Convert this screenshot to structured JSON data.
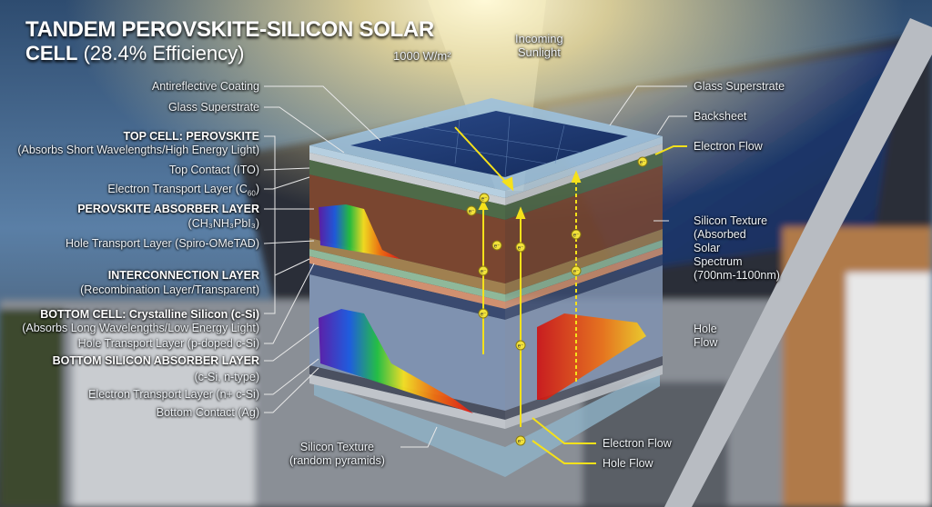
{
  "title": {
    "line1": "TANDEM PEROVSKITE-SILICON SOLAR",
    "line2_bold": "CELL",
    "line2_rest": " (28.4% Efficiency)"
  },
  "sun": {
    "irradiance": "1000 W/m²",
    "incoming_line1": "Incoming",
    "incoming_line2": "Sunlight"
  },
  "left_labels": {
    "antireflective": "Antireflective Coating",
    "glass": "Glass Superstrate",
    "top_cell": "TOP CELL: PEROVSKITE",
    "top_cell_sub": "(Absorbs Short Wavelengths/High Energy Light)",
    "top_contact": "Top Contact (ITO)",
    "etl_top_prefix": "Electron Transport Layer (C",
    "etl_top_sub": "60",
    "etl_top_suffix": ")",
    "perovskite": "PEROVSKITE ABSORBER LAYER",
    "perovskite_formula": "(CH₃NH₃PbI₃)",
    "htl_top": "Hole Transport Layer (Spiro-OMeTAD)",
    "interconnection": "INTERCONNECTION LAYER",
    "interconnection_sub": "(Recombination Layer/Transparent)",
    "bottom_cell": "BOTTOM CELL: Crystalline Silicon (c-Si)",
    "bottom_cell_sub": "(Absorbs Long Wavelengths/Low Energy Light)",
    "htl_bottom": "Hole Transport Layer (p-doped c-Si)",
    "bottom_absorber": "BOTTOM SILICON ABSORBER LAYER",
    "bottom_absorber_sub": "(c-Si, n-type)",
    "etl_bottom": "Electron Transport Layer (n+ c-Si)",
    "bottom_contact": "Bottom Contact (Ag)"
  },
  "right_labels": {
    "glass": "Glass Superstrate",
    "backsheet": "Backsheet",
    "electron_flow_top": "Electron Flow",
    "silicon_texture": [
      "Silicon Texture",
      "(Absorbed",
      "Solar",
      "Spectrum",
      "(700nm-1100nm)"
    ],
    "hole_flow_right": [
      "Hole",
      "Flow"
    ],
    "electron_flow_bottom": "Electron Flow",
    "hole_flow_bottom": "Hole Flow"
  },
  "bottom_labels": {
    "silicon_texture": "Silicon Texture",
    "silicon_texture_sub": "(random pyramids)"
  },
  "charge_symbol": "e⁻",
  "colors": {
    "arrow": "#f5e11a",
    "label": "#eef2f6",
    "leader": "#e8e8e8"
  }
}
